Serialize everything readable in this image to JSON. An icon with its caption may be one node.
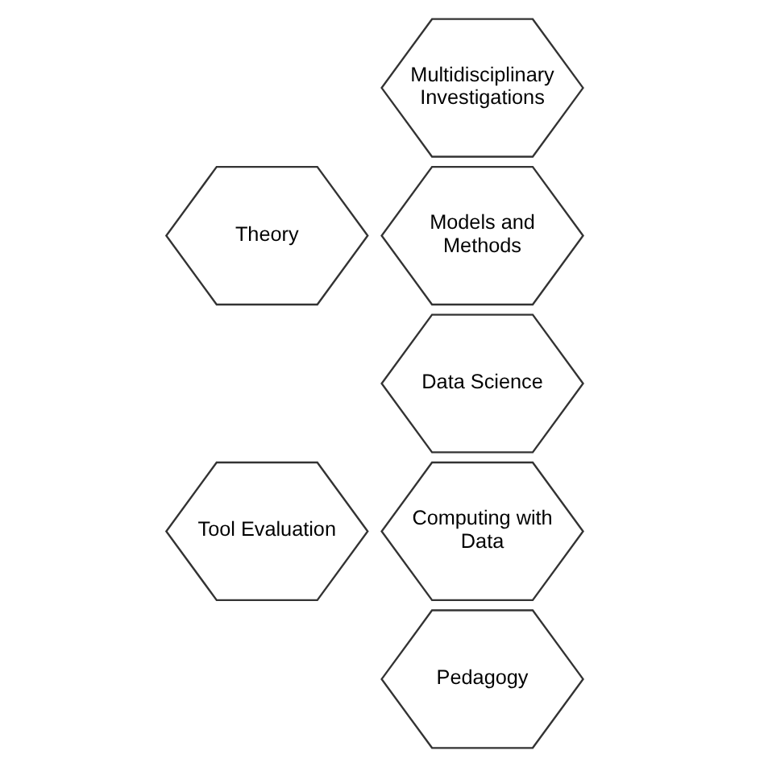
{
  "diagram": {
    "nodes": [
      {
        "text": [
          "Multidisciplinary Investigations"
        ]
      },
      {
        "text": [
          "Theory"
        ]
      },
      {
        "text": [
          "Models and Methods"
        ]
      },
      {
        "text": [
          "Data Science"
        ]
      },
      {
        "text": [
          "Tool Evaluation"
        ]
      },
      {
        "text": [
          "Computing with Data"
        ]
      },
      {
        "text": [
          "Pedagogy"
        ]
      }
    ]
  }
}
